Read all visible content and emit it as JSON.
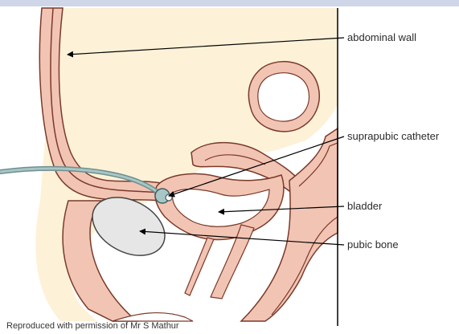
{
  "labels": {
    "abdominal_wall": "abdominal wall",
    "suprapubic_catheter": "suprapubic catheter",
    "bladder": "bladder",
    "pubic_bone": "pubic bone"
  },
  "credit": "Reproduced with permission of Mr S Mathur",
  "colors": {
    "tissue_fill": "#f2c4b3",
    "tissue_outline": "#7a3a2a",
    "body_fill": "#fdf2d8",
    "bone_fill": "#e6e6e6",
    "catheter": "#8fb0b0",
    "background": "#ffffff",
    "line": "#000000",
    "top_band": "#cfd6e8"
  }
}
